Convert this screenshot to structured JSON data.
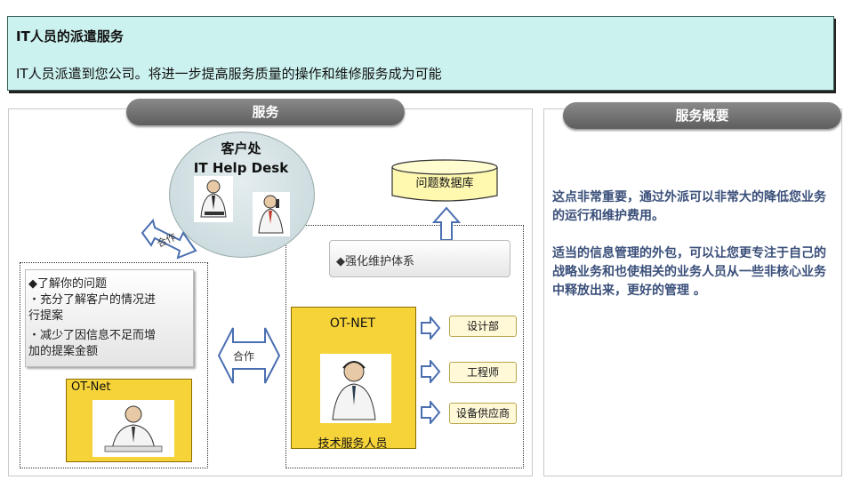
{
  "banner": {
    "title": "IT人员的派遣服务",
    "description": "IT人员派遣到您公司。将进一步提高服务质量的操作和维修服务成为可能"
  },
  "service_header": "服务",
  "overview_header": "服务概要",
  "client": {
    "title": "客户处",
    "subtitle": "IT Help Desk"
  },
  "database_label": "问题数据库",
  "reinforce_label": "◆强化维护体系",
  "understand": {
    "line1": "◆了解你的问题",
    "line2": "・充分了解客户的情况进",
    "line3": "行提案",
    "line4": "・减少了因信息不足而增",
    "line5": "加的提案金额"
  },
  "cooperation_label": "合作",
  "cooperation_label_2": "合作",
  "otnet_left_label": "OT-Net",
  "otnet_right_label": "OT-NET",
  "tech_staff_label": "技术服务人员",
  "destinations": [
    "设计部",
    "工程师",
    "设备供应商"
  ],
  "overview": {
    "para1": "这点非常重要，通过外派可以非常大的降低您业务的运行和维护费用。",
    "para2": "适当的信息管理的外包，可以让您更专注于自己的战略业务和也使相关的业务人员从一些非核心业务中释放出来，更好的管理 。"
  },
  "colors": {
    "banner_bg": "#ccf2ef",
    "pill_bg": "#6f6f6f",
    "otnet_yellow": "#f7d33a",
    "overview_text": "#3a4f7a",
    "arrow_blue": "#4a6fb0"
  }
}
